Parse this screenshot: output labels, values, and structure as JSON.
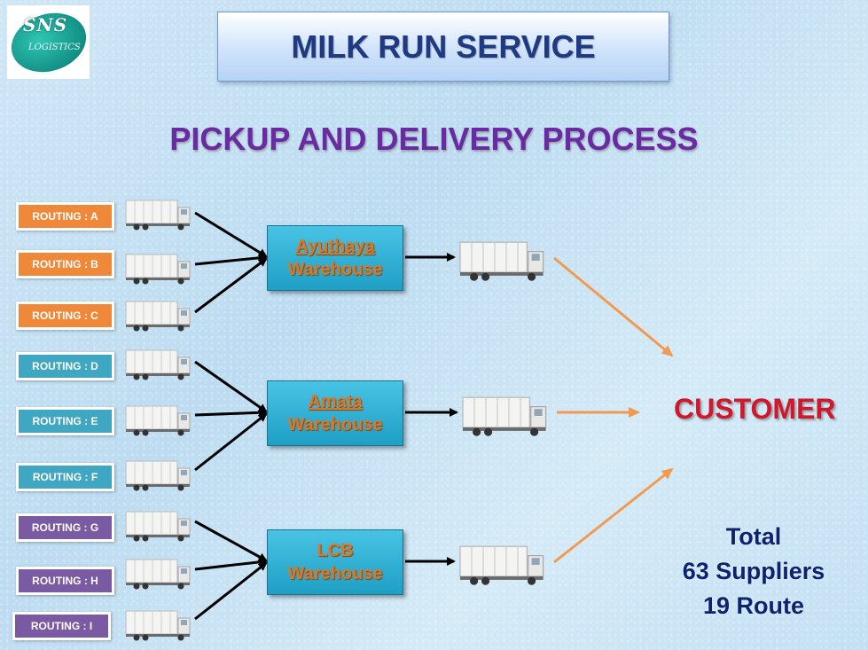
{
  "logo": {
    "line1": "SNS",
    "line2": "LOGISTICS"
  },
  "title": "MILK RUN SERVICE",
  "subtitle": "PICKUP AND DELIVERY PROCESS",
  "routes": [
    {
      "label": "ROUTING : A",
      "color": "#f0883a"
    },
    {
      "label": "ROUTING : B",
      "color": "#f0883a"
    },
    {
      "label": "ROUTING : C",
      "color": "#f0883a"
    },
    {
      "label": "ROUTING : D",
      "color": "#3fa7c1"
    },
    {
      "label": "ROUTING : E",
      "color": "#3fa7c1"
    },
    {
      "label": "ROUTING : F",
      "color": "#3fa7c1"
    },
    {
      "label": "ROUTING : G",
      "color": "#7a5aa2"
    },
    {
      "label": "ROUTING : H",
      "color": "#7a5aa2"
    },
    {
      "label": "ROUTING : I",
      "color": "#7a5aa2"
    }
  ],
  "warehouses": [
    {
      "name": "Ayuthaya",
      "suffix": "Warehouse"
    },
    {
      "name": "Amata",
      "suffix": "Warehouse"
    },
    {
      "name": "LCB",
      "suffix": "Warehouse"
    }
  ],
  "customer": "CUSTOMER",
  "summary": {
    "line1": "Total",
    "line2": "63 Suppliers",
    "line3": "19 Route"
  },
  "colors": {
    "arrow_black": "#000000",
    "arrow_orange": "#f29a50"
  },
  "icons": [
    "truck-icon"
  ]
}
